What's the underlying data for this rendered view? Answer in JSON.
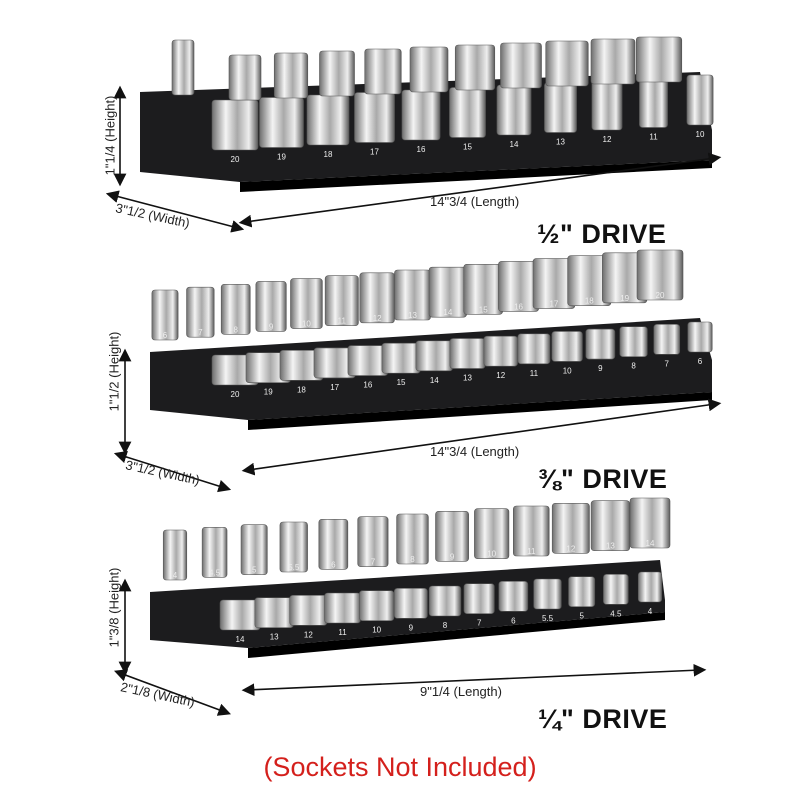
{
  "trays": [
    {
      "height": "1\"1/4 (Height)",
      "width": "3\"1/2 (Width)",
      "length": "14\"3/4 (Length)",
      "drive": "½\" DRIVE",
      "back_labels": [],
      "front_labels": [
        "20",
        "19",
        "18",
        "17",
        "16",
        "15",
        "14",
        "13",
        "12",
        "11",
        "10"
      ]
    },
    {
      "height": "1\"1/2 (Height)",
      "width": "3\"1/2 (Width)",
      "length": "14\"3/4 (Length)",
      "drive": "⅜\" DRIVE",
      "back_labels": [
        "6",
        "7",
        "8",
        "9",
        "10",
        "11",
        "12",
        "13",
        "14",
        "15",
        "16",
        "17",
        "18",
        "19",
        "20"
      ],
      "front_labels": [
        "20",
        "19",
        "18",
        "17",
        "16",
        "15",
        "14",
        "13",
        "12",
        "11",
        "10",
        "9",
        "8",
        "7",
        "6"
      ]
    },
    {
      "height": "1\"3/8 (Height)",
      "width": "2\"1/8 (Width)",
      "length": "9\"1/4 (Length)",
      "drive": "¼\" DRIVE",
      "back_labels": [
        "4",
        "4.5",
        "5",
        "5.5",
        "6",
        "7",
        "8",
        "9",
        "10",
        "11",
        "12",
        "13",
        "14"
      ],
      "front_labels": [
        "14",
        "13",
        "12",
        "11",
        "10",
        "9",
        "8",
        "7",
        "6",
        "5.5",
        "5",
        "4.5",
        "4"
      ]
    }
  ],
  "note": "(Sockets Not Included)",
  "colors": {
    "tray": "#1c1c1e",
    "note": "#d4201c"
  }
}
